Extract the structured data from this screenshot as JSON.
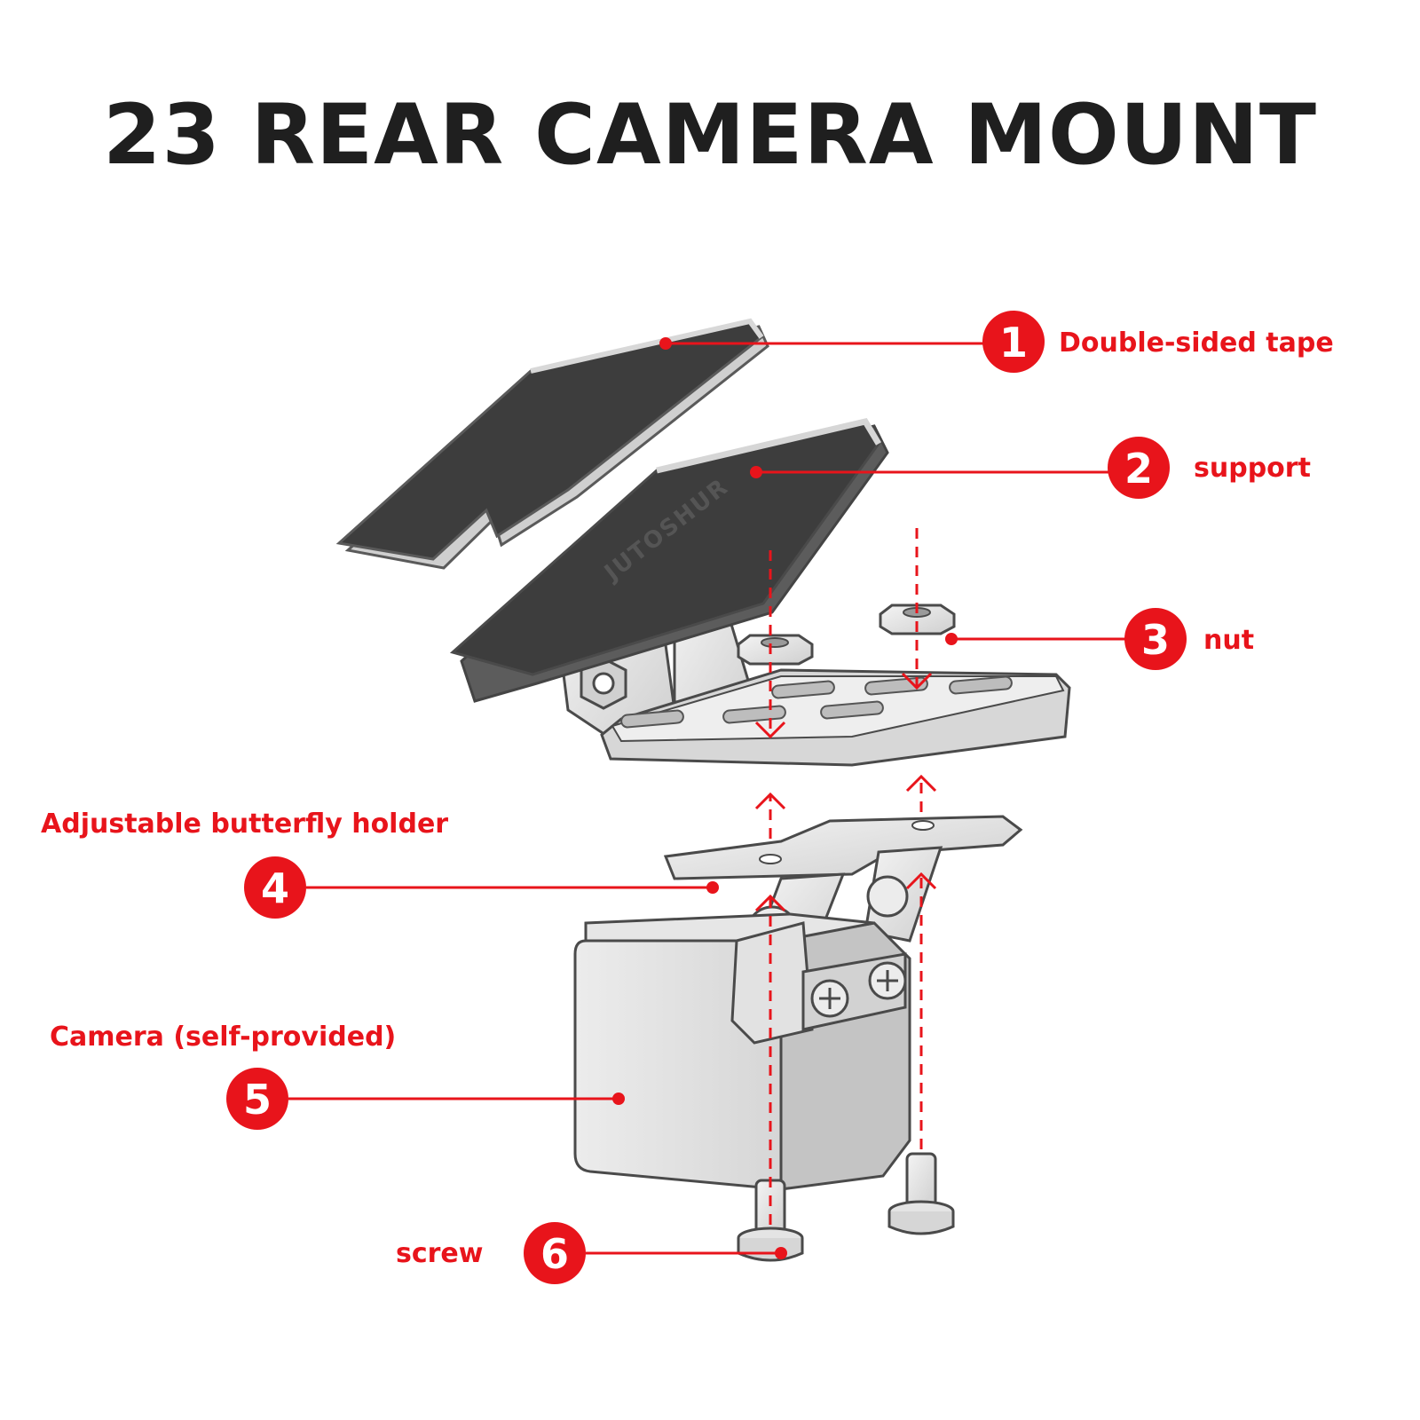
{
  "title": "23 REAR CAMERA MOUNT",
  "plate_marking": "JUTOSHUR",
  "colors": {
    "accent": "#e8141b",
    "title": "#1f1f1f",
    "part_fill": "#e0e0e0",
    "part_stroke": "#4a4a4a",
    "tape_fill": "#3d3d3d"
  },
  "callouts": [
    {
      "number": "1",
      "label": "Double-sided tape"
    },
    {
      "number": "2",
      "label": "support"
    },
    {
      "number": "3",
      "label": "nut"
    },
    {
      "number": "4",
      "label": "Adjustable butterfly holder"
    },
    {
      "number": "5",
      "label": "Camera (self-provided)"
    },
    {
      "number": "6",
      "label": "screw"
    }
  ]
}
